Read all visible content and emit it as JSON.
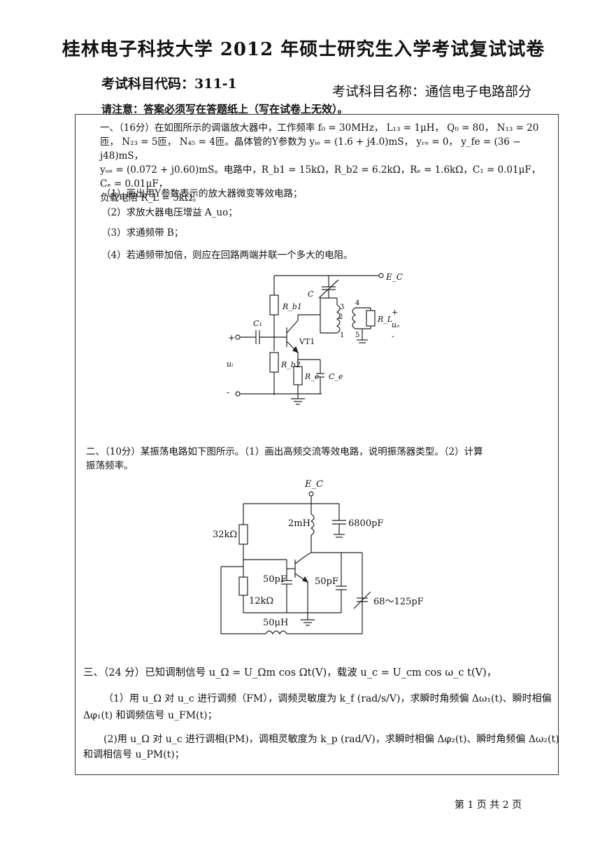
{
  "header": {
    "title": "桂林电子科技大学 2012 年硕士研究生入学考试复试试卷",
    "subject_code": "考试科目代码：311-1",
    "subject_name": "考试科目名称：通信电子电路部分",
    "notice": "请注意：答案必须写在答题纸上（写在试卷上无效）。"
  },
  "question1": {
    "intro_line1": "一、（16分）在如图所示的调谐放大器中，工作频率 f₀ = 30MHz， L₁₃ = 1μH， Q₀ = 80， N₁₃ = 20",
    "intro_line2": "匝， N₂₃ = 5匝， N₄₅ = 4匝。晶体管的Y参数为 yᵢₑ = (1.6 + j4.0)mS， yᵣₑ = 0， y_fe = (36 − j48)mS，",
    "intro_line3": "yₒₑ = (0.072 + j0.60)mS。电路中，R_b1 = 15kΩ，R_b2 = 6.2kΩ，Rₑ = 1.6kΩ，C₁ = 0.01μF，Cₑ = 0.01μF，",
    "intro_line4": "负载电阻 R_L = 5kΩ。",
    "sub1": "（1）画出用Y参数表示的放大器微变等效电路；",
    "sub2": "（2）求放大器电压增益 A_uo；",
    "sub3": "（3）求通频带 B；",
    "sub4": "（4）若通频带加倍，则应在回路两端并联一个多大的电阻。",
    "circuit_labels": {
      "ec": "E_C",
      "rb1": "R_b1",
      "rb2": "R_b2",
      "re": "R_e",
      "ce": "C_e",
      "c1": "C₁",
      "c": "C",
      "vt": "VT1",
      "rl": "R_L",
      "n3": "3",
      "n4": "4",
      "n2": "2",
      "n1": "1",
      "n5": "5",
      "plus_in": "+",
      "minus_in": "-",
      "ui": "uᵢ",
      "plus_out": "+",
      "uo": "uₒ",
      "minus_out": "-"
    }
  },
  "question2": {
    "line1": "二、（10分）某振荡电路如下图所示。（1）画出高频交流等效电路，说明振荡器类型。（2）计算",
    "line2": "振荡频率。",
    "circuit_labels": {
      "ec": "E_C",
      "r1": "32kΩ",
      "l1": "2mH",
      "c1": "6800pF",
      "c2": "50pF",
      "c3": "50pF",
      "r2": "12kΩ",
      "cvar": "68～125pF",
      "l2": "50μH"
    }
  },
  "question3": {
    "intro": "三、（24 分）已知调制信号 u_Ω = U_Ωm cos Ωt(V)，载波 u_c = U_cm cos ω_c t(V)，",
    "p1_line1": "（1）用 u_Ω 对 u_c 进行调频（FM），调频灵敏度为 k_f (rad/s/V)，求瞬时角频偏 Δω₁(t)、瞬时相偏",
    "p1_line2": "Δφ₁(t) 和调频信号 u_FM(t)；",
    "p2_line1": "(2)用 u_Ω 对 u_c 进行调相(PM)，调相灵敏度为 k_p (rad/V)，求瞬时相偏 Δφ₂(t)、瞬时角频偏 Δω₂(t)",
    "p2_line2": "和调相信号 u_PM(t)；"
  },
  "footer": {
    "page": "第 1 页 共 2 页"
  }
}
